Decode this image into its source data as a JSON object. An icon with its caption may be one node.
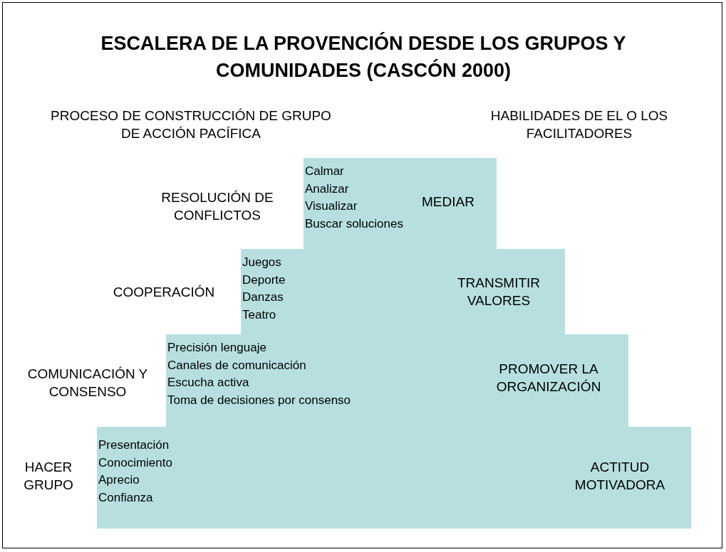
{
  "diagram": {
    "title": "ESCALERA DE LA PROVENCIÓN DESDE LOS GRUPOS Y COMUNIDADES (CASCÓN 2000)",
    "nodes": [
      {
        "text": [
          "Calmar",
          "Analizar",
          "Visualizar",
          "Buscar soluciones",
          "MEDIAR"
        ],
        "beside": [
          "RESOLUCIÓN DE CONFLICTOS"
        ]
      },
      {
        "text": [
          "Juegos",
          "Deporte",
          "Danzas",
          "Teatro",
          "TRANSMITIR VALORES"
        ],
        "beside": [
          "COOPERACIÓN"
        ]
      },
      {
        "text": [
          "Precisión lenguaje",
          "Canales de comunicación",
          "Escucha activa",
          "Toma de decisiones por consenso",
          "PROMOVER LA ORGANIZACIÓN"
        ],
        "beside": [
          "COMUNICACIÓN Y CONSENSO"
        ]
      },
      {
        "text": [
          "Presentación",
          "Conocimiento",
          "Aprecio",
          "Confianza",
          "ACTITUD MOTIVADORA"
        ],
        "beside": [
          "HACER GRUPO"
        ]
      }
    ],
    "edges": [],
    "labels": [
      "PROCESO DE CONSTRUCCIÓN DE GRUPO DE ACCIÓN PACÍFICA",
      "HABILIDADES DE EL O LOS FACILITADORES"
    ]
  }
}
